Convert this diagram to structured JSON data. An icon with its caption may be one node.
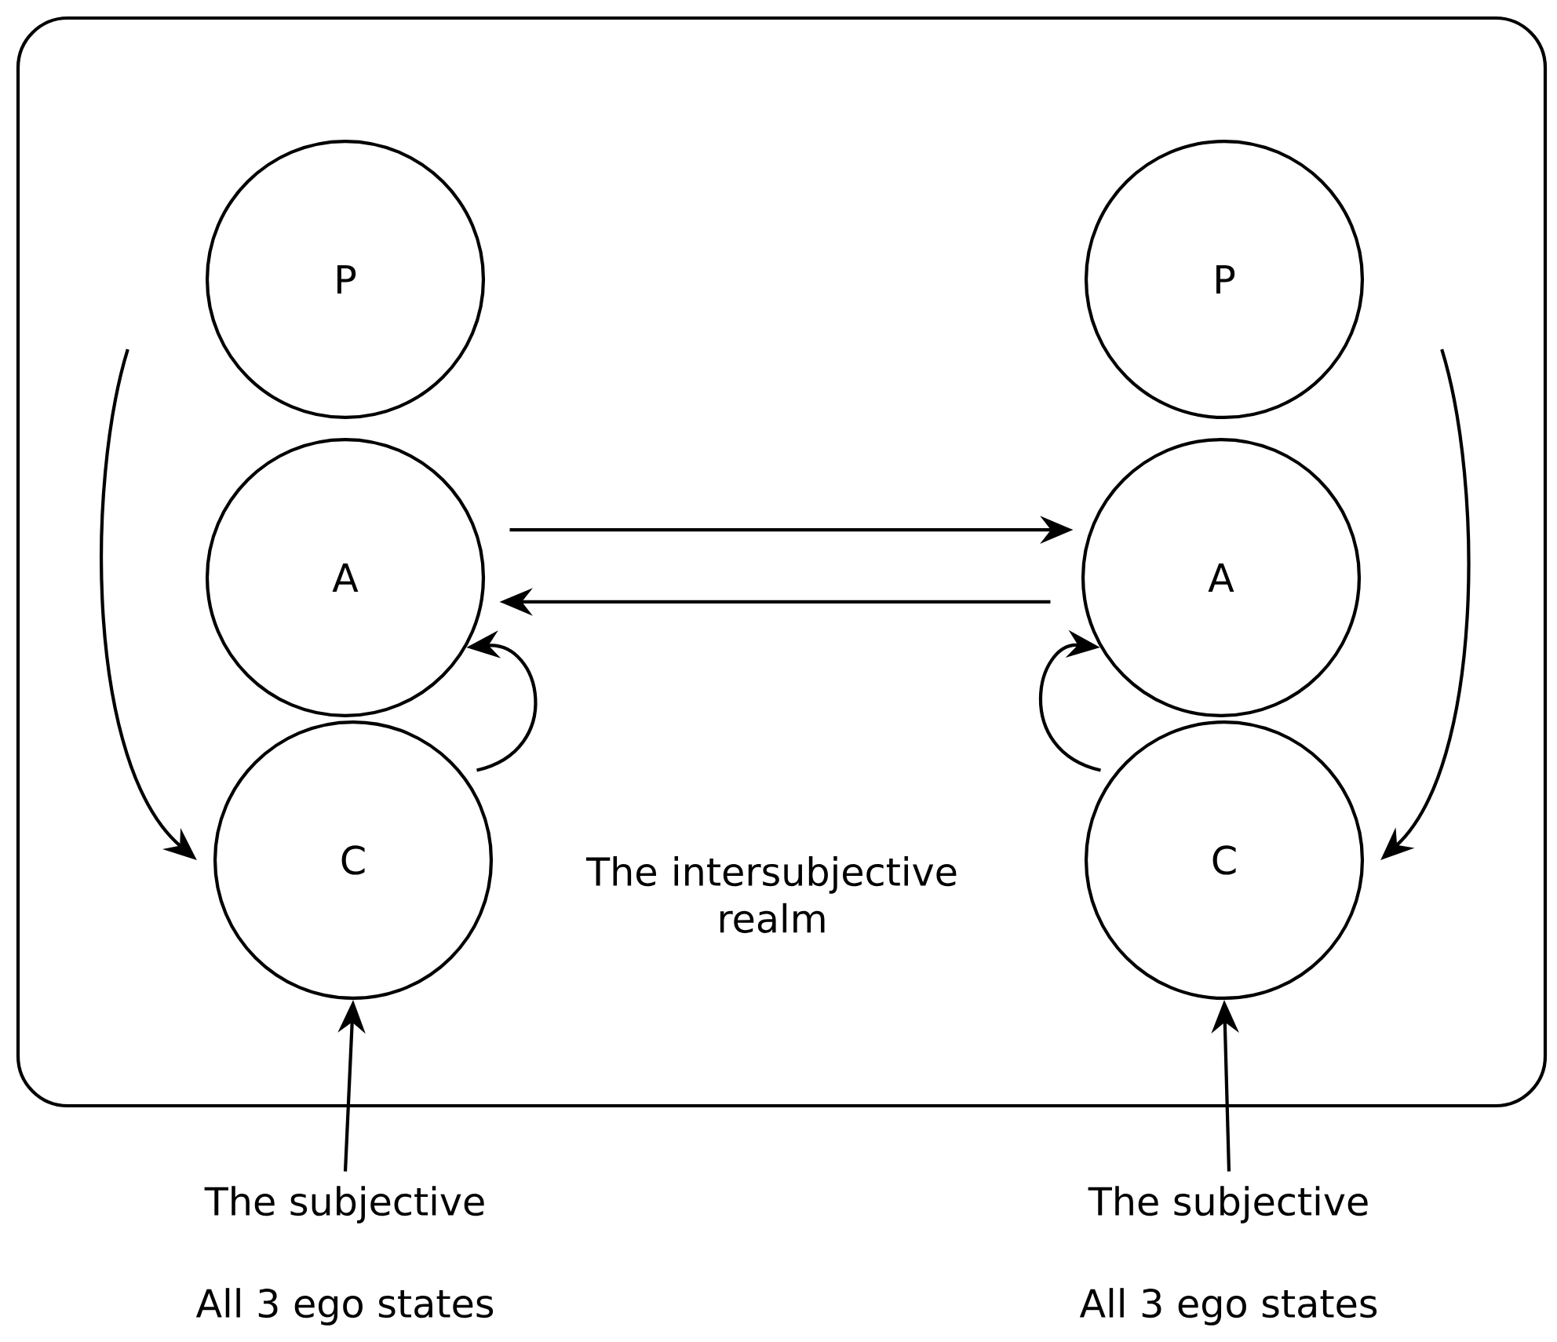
{
  "diagram": {
    "nodes": [
      {
        "text": [
          "The intersubjective realm"
        ]
      },
      {
        "text": [
          "P"
        ],
        "in": 0
      },
      {
        "text": [
          "A"
        ],
        "in": 0
      },
      {
        "text": [
          "C"
        ],
        "in": 0
      },
      {
        "text": [
          "P"
        ],
        "in": 0
      },
      {
        "text": [
          "A"
        ],
        "in": 0
      },
      {
        "text": [
          "C"
        ],
        "in": 0
      },
      {
        "text": [
          "The subjective",
          "All 3 ego states"
        ]
      },
      {
        "text": [
          "The subjective",
          "All 3 ego states"
        ]
      }
    ],
    "edges": [
      {
        "from": 2,
        "to": 5,
        "arrow": "to"
      },
      {
        "from": 5,
        "to": 2,
        "arrow": "to"
      },
      {
        "from": 1,
        "to": 3,
        "arrow": "to"
      },
      {
        "from": 3,
        "to": 2,
        "arrow": "to"
      },
      {
        "from": 4,
        "to": 6,
        "arrow": "to"
      },
      {
        "from": 6,
        "to": 5,
        "arrow": "to"
      },
      {
        "from": 7,
        "to": 3,
        "arrow": "to"
      },
      {
        "from": 8,
        "to": 6,
        "arrow": "to"
      }
    ]
  }
}
